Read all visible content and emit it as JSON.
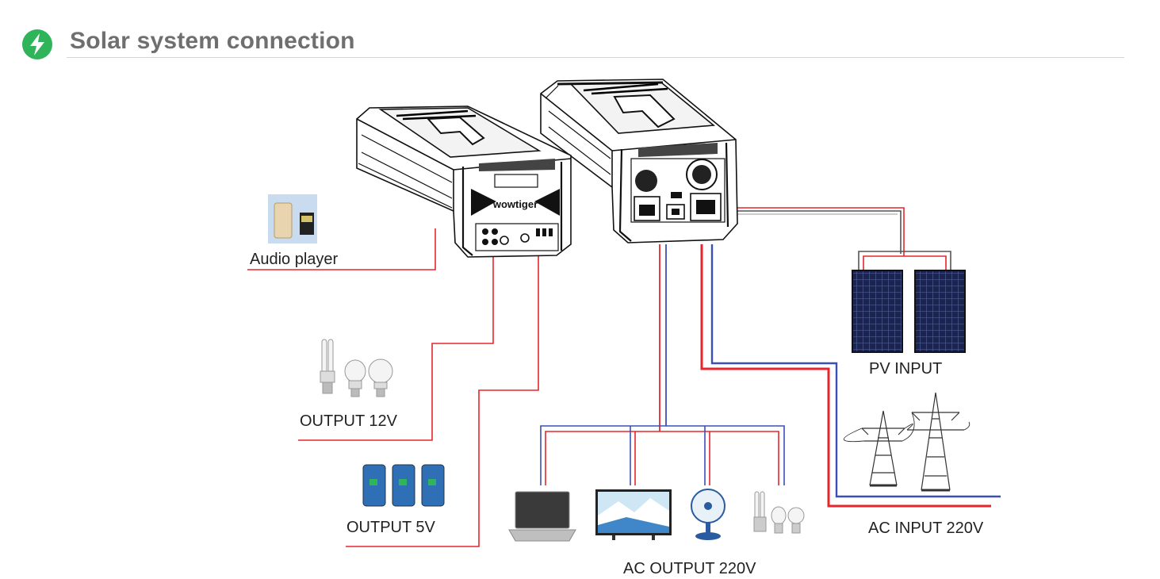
{
  "header": {
    "title": "Solar system connection"
  },
  "labels": {
    "audio_player": "Audio player",
    "output_12v": "OUTPUT  12V",
    "output_5v": "OUTPUT  5V",
    "pv_input": "PV INPUT",
    "ac_input": "AC INPUT 220V",
    "ac_output": "AC OUTPUT 220V",
    "brand": "wowtiger"
  },
  "colors": {
    "positive_wire": "#e5262d",
    "negative_wire": "#3a50b5",
    "ground_wire": "#555555",
    "accent": "#2fb45a",
    "title_text": "#6f6f6f"
  }
}
